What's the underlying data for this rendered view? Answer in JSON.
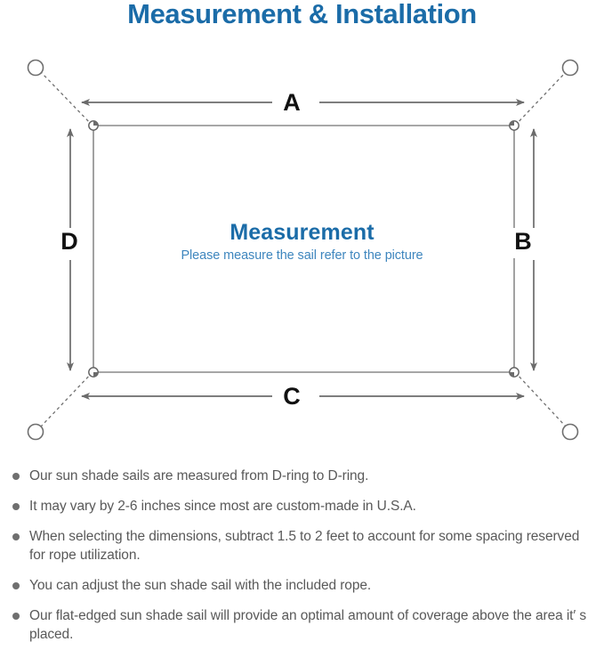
{
  "header": {
    "title": "Measurement & Installation",
    "title_color": "#1B6CA8"
  },
  "diagram": {
    "center_title": "Measurement",
    "center_subtitle": "Please measure the sail refer to the picture",
    "center_title_color": "#1B6CA8",
    "center_subtitle_color": "#3E86BE",
    "line_color": "#6b6b6b",
    "sail_edge_color": "#8a8a8a",
    "dimension_labels": {
      "top": "A",
      "right": "B",
      "bottom": "C",
      "left": "D"
    },
    "icons": {
      "anchor_ring": "anchor-ring-icon",
      "d_ring": "d-ring-icon",
      "rope": "dashed-rope-line",
      "arrow": "dimension-arrow-icon"
    }
  },
  "notes": {
    "items": [
      "Our sun shade sails are measured from D-ring to D-ring.",
      "It may vary by 2-6 inches since most are custom-made in U.S.A.",
      "When selecting the dimensions, subtract 1.5 to 2 feet to account for some spacing reserved for rope utilization.",
      "You can adjust the sun shade sail with the included rope.",
      "Our flat-edged sun shade sail will provide an optimal amount of coverage above the area it′ s placed."
    ],
    "bullet_color": "#6f6f6f",
    "text_color": "#595959"
  }
}
